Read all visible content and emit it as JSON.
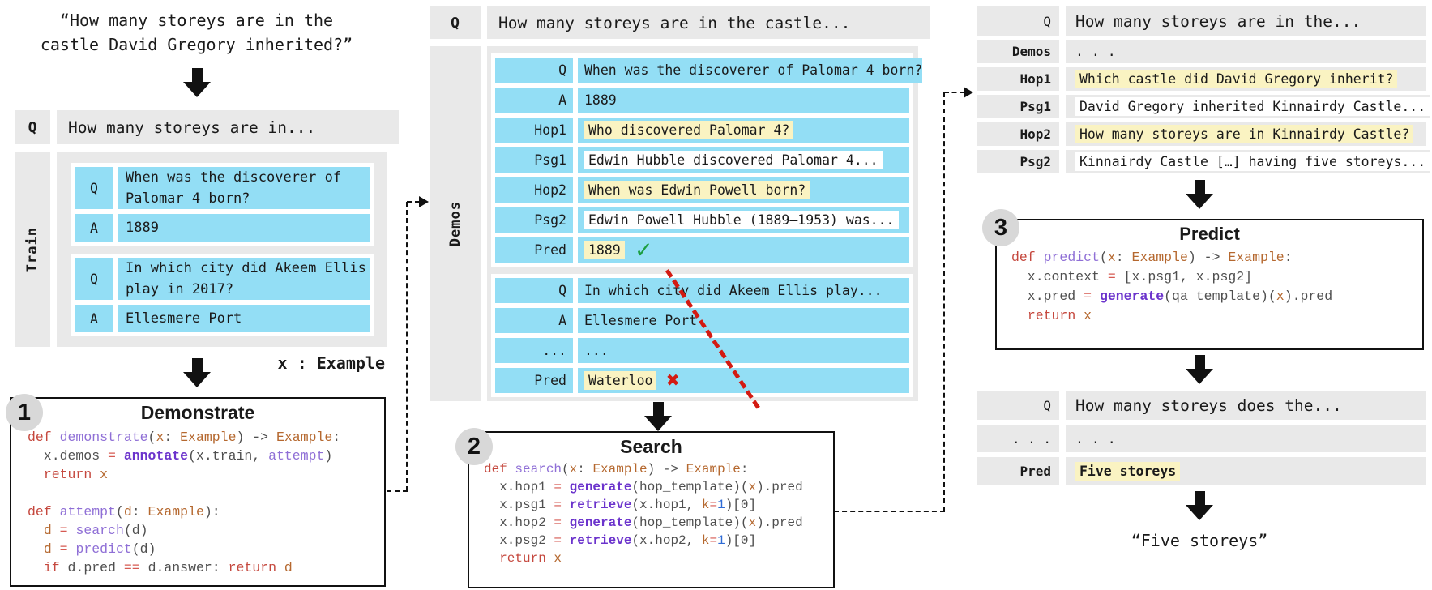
{
  "colors": {
    "gray": "#e9e9e9",
    "cellblue": "#93def5",
    "yellow": "#faf3c2",
    "red": "#d31a12",
    "green": "#1d9e41",
    "kw": "#c5483e",
    "fn": "#8f6fd6",
    "bi": "#6b33cc",
    "or": "#b5682f",
    "pl": "#4f4f4f",
    "nm": "#2f6cd6",
    "eq": "#d65a52"
  },
  "marks": {
    "check": "✓",
    "cross": "✖"
  },
  "left": {
    "quote": [
      "“How many storeys are in the",
      "castle David Gregory inherited?”"
    ],
    "q_row": {
      "label": "Q",
      "value": "How many storeys are in..."
    },
    "train_label": "Train",
    "train_groups": [
      [
        {
          "label": "Q",
          "value": "When was the discoverer of Palomar 4 born?"
        },
        {
          "label": "A",
          "value": "1889"
        }
      ],
      [
        {
          "label": "Q",
          "value": "In which city did Akeem Ellis play in 2017?"
        },
        {
          "label": "A",
          "value": "Ellesmere Port"
        }
      ]
    ],
    "x_example": "x : Example",
    "box": {
      "badge": "1",
      "title": "Demonstrate",
      "code": [
        [
          {
            "t": "def ",
            "c": "kw"
          },
          {
            "t": "demonstrate",
            "c": "fn"
          },
          {
            "t": "(",
            "c": "pl"
          },
          {
            "t": "x",
            "c": "or"
          },
          {
            "t": ": ",
            "c": "pl"
          },
          {
            "t": "Example",
            "c": "or"
          },
          {
            "t": ") -> ",
            "c": "pl"
          },
          {
            "t": "Example",
            "c": "or"
          },
          {
            "t": ":",
            "c": "pl"
          }
        ],
        [
          {
            "t": "  x.demos ",
            "c": "pl"
          },
          {
            "t": "= ",
            "c": "eq"
          },
          {
            "t": "annotate",
            "c": "bi"
          },
          {
            "t": "(x.train, ",
            "c": "pl"
          },
          {
            "t": "attempt",
            "c": "fn"
          },
          {
            "t": ")",
            "c": "pl"
          }
        ],
        [
          {
            "t": "  ",
            "c": "pl"
          },
          {
            "t": "return ",
            "c": "kw"
          },
          {
            "t": "x",
            "c": "or"
          }
        ],
        [],
        [
          {
            "t": "def ",
            "c": "kw"
          },
          {
            "t": "attempt",
            "c": "fn"
          },
          {
            "t": "(",
            "c": "pl"
          },
          {
            "t": "d",
            "c": "or"
          },
          {
            "t": ": ",
            "c": "pl"
          },
          {
            "t": "Example",
            "c": "or"
          },
          {
            "t": "):",
            "c": "pl"
          }
        ],
        [
          {
            "t": "  ",
            "c": "pl"
          },
          {
            "t": "d",
            "c": "or"
          },
          {
            "t": " ",
            "c": "pl"
          },
          {
            "t": "= ",
            "c": "eq"
          },
          {
            "t": "search",
            "c": "fn"
          },
          {
            "t": "(d)",
            "c": "pl"
          }
        ],
        [
          {
            "t": "  ",
            "c": "pl"
          },
          {
            "t": "d",
            "c": "or"
          },
          {
            "t": " ",
            "c": "pl"
          },
          {
            "t": "= ",
            "c": "eq"
          },
          {
            "t": "predict",
            "c": "fn"
          },
          {
            "t": "(d)",
            "c": "pl"
          }
        ],
        [
          {
            "t": "  ",
            "c": "pl"
          },
          {
            "t": "if ",
            "c": "kw"
          },
          {
            "t": "d.pred ",
            "c": "pl"
          },
          {
            "t": "== ",
            "c": "eq"
          },
          {
            "t": "d.answer: ",
            "c": "pl"
          },
          {
            "t": "return ",
            "c": "kw"
          },
          {
            "t": "d",
            "c": "or"
          }
        ]
      ]
    }
  },
  "middle": {
    "q_row": {
      "label": "Q",
      "value": "How many storeys are in the castle..."
    },
    "demos_label": "Demos",
    "groups": [
      [
        {
          "label": "Q",
          "value": "When was the discoverer of Palomar 4 born?"
        },
        {
          "label": "A",
          "value": "1889"
        },
        {
          "label": "Hop1",
          "value": "Who discovered Palomar 4?",
          "hl": "yellow"
        },
        {
          "label": "Psg1",
          "value": "Edwin Hubble discovered Palomar 4...",
          "hl": "white"
        },
        {
          "label": "Hop2",
          "value": "When was Edwin Powell born?",
          "hl": "yellow"
        },
        {
          "label": "Psg2",
          "value": "Edwin Powell Hubble (1889–1953) was...",
          "hl": "white"
        },
        {
          "label": "Pred",
          "value": "1889",
          "hl": "yellow",
          "mark": "check"
        }
      ],
      [
        {
          "label": "Q",
          "value": "In which city did Akeem Ellis play..."
        },
        {
          "label": "A",
          "value": "Ellesmere Port"
        },
        {
          "label": "...",
          "value": "..."
        },
        {
          "label": "Pred",
          "value": "Waterloo",
          "hl": "yellow",
          "mark": "cross"
        }
      ]
    ],
    "box": {
      "badge": "2",
      "title": "Search",
      "code": [
        [
          {
            "t": "def ",
            "c": "kw"
          },
          {
            "t": "search",
            "c": "fn"
          },
          {
            "t": "(",
            "c": "pl"
          },
          {
            "t": "x",
            "c": "or"
          },
          {
            "t": ": ",
            "c": "pl"
          },
          {
            "t": "Example",
            "c": "or"
          },
          {
            "t": ") -> ",
            "c": "pl"
          },
          {
            "t": "Example",
            "c": "or"
          },
          {
            "t": ":",
            "c": "pl"
          }
        ],
        [
          {
            "t": "  x.hop1 ",
            "c": "pl"
          },
          {
            "t": "= ",
            "c": "eq"
          },
          {
            "t": "generate",
            "c": "bi"
          },
          {
            "t": "(hop_template)(",
            "c": "pl"
          },
          {
            "t": "x",
            "c": "or"
          },
          {
            "t": ").pred",
            "c": "pl"
          }
        ],
        [
          {
            "t": "  x.psg1 ",
            "c": "pl"
          },
          {
            "t": "= ",
            "c": "eq"
          },
          {
            "t": "retrieve",
            "c": "bi"
          },
          {
            "t": "(x.hop1, ",
            "c": "pl"
          },
          {
            "t": "k",
            "c": "or"
          },
          {
            "t": "=",
            "c": "eq"
          },
          {
            "t": "1",
            "c": "nm"
          },
          {
            "t": ")[0]",
            "c": "pl"
          }
        ],
        [
          {
            "t": "  x.hop2 ",
            "c": "pl"
          },
          {
            "t": "= ",
            "c": "eq"
          },
          {
            "t": "generate",
            "c": "bi"
          },
          {
            "t": "(hop_template)(",
            "c": "pl"
          },
          {
            "t": "x",
            "c": "or"
          },
          {
            "t": ").pred",
            "c": "pl"
          }
        ],
        [
          {
            "t": "  x.psg2 ",
            "c": "pl"
          },
          {
            "t": "= ",
            "c": "eq"
          },
          {
            "t": "retrieve",
            "c": "bi"
          },
          {
            "t": "(x.hop2, ",
            "c": "pl"
          },
          {
            "t": "k",
            "c": "or"
          },
          {
            "t": "=",
            "c": "eq"
          },
          {
            "t": "1",
            "c": "nm"
          },
          {
            "t": ")[0]",
            "c": "pl"
          }
        ],
        [
          {
            "t": "  ",
            "c": "pl"
          },
          {
            "t": "return ",
            "c": "kw"
          },
          {
            "t": "x",
            "c": "or"
          }
        ]
      ]
    }
  },
  "right": {
    "table1": [
      {
        "label": "Q",
        "value": "How many storeys are in the...",
        "big": true
      },
      {
        "label": "Demos",
        "value": ". . .",
        "bold": true
      },
      {
        "label": "Hop1",
        "value": "Which castle did David Gregory inherit?",
        "hl": "yellow",
        "bold": true
      },
      {
        "label": "Psg1",
        "value": "David Gregory inherited Kinnairdy Castle...",
        "hl": "white",
        "bold": true
      },
      {
        "label": "Hop2",
        "value": "How many storeys are in Kinnairdy Castle?",
        "hl": "yellow",
        "bold": true
      },
      {
        "label": "Psg2",
        "value": "Kinnairdy Castle […] having five storeys...",
        "hl": "white",
        "bold": true
      }
    ],
    "box": {
      "badge": "3",
      "title": "Predict",
      "code": [
        [
          {
            "t": "def ",
            "c": "kw"
          },
          {
            "t": "predict",
            "c": "fn"
          },
          {
            "t": "(",
            "c": "pl"
          },
          {
            "t": "x",
            "c": "or"
          },
          {
            "t": ": ",
            "c": "pl"
          },
          {
            "t": "Example",
            "c": "or"
          },
          {
            "t": ") -> ",
            "c": "pl"
          },
          {
            "t": "Example",
            "c": "or"
          },
          {
            "t": ":",
            "c": "pl"
          }
        ],
        [
          {
            "t": "  x.context ",
            "c": "pl"
          },
          {
            "t": "= ",
            "c": "eq"
          },
          {
            "t": "[x.psg1, x.psg2]",
            "c": "pl"
          }
        ],
        [
          {
            "t": "  x.pred ",
            "c": "pl"
          },
          {
            "t": "= ",
            "c": "eq"
          },
          {
            "t": "generate",
            "c": "bi"
          },
          {
            "t": "(qa_template)(",
            "c": "pl"
          },
          {
            "t": "x",
            "c": "or"
          },
          {
            "t": ").pred",
            "c": "pl"
          }
        ],
        [
          {
            "t": "  ",
            "c": "pl"
          },
          {
            "t": "return ",
            "c": "kw"
          },
          {
            "t": "x",
            "c": "or"
          }
        ]
      ]
    },
    "table2": [
      {
        "label": "Q",
        "value": "How many storeys does the...",
        "big": true
      },
      {
        "label": ". . .",
        "value": ". . ."
      },
      {
        "label": "Pred",
        "value": "Five storeys",
        "hl": "yellow",
        "bold": true,
        "value_bold": true
      }
    ],
    "quote": "“Five storeys”"
  }
}
